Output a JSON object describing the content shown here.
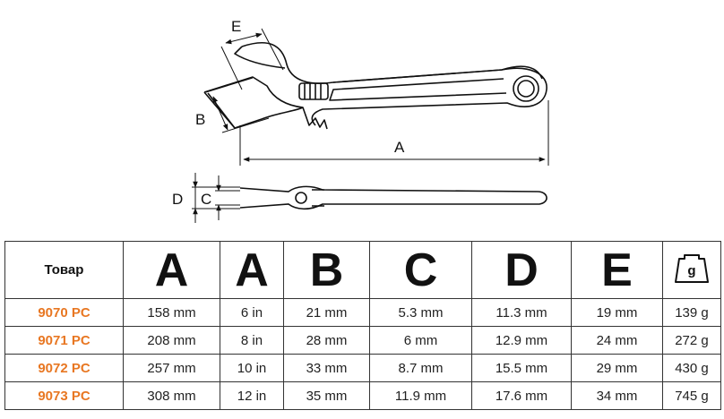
{
  "drawing": {
    "labels": {
      "a": "A",
      "b": "B",
      "c": "C",
      "d": "D",
      "e": "E"
    }
  },
  "table": {
    "headers": {
      "product": "Товар",
      "cols": [
        "A",
        "A",
        "B",
        "C",
        "D",
        "E"
      ],
      "weight_icon": "weight-icon",
      "weight_unit": "g"
    },
    "rows": [
      {
        "code": "9070 PC",
        "cells": [
          "158 mm",
          "6 in",
          "21 mm",
          "5.3 mm",
          "11.3 mm",
          "19 mm",
          "139 g"
        ]
      },
      {
        "code": "9071 PC",
        "cells": [
          "208 mm",
          "8 in",
          "28 mm",
          "6 mm",
          "12.9 mm",
          "24 mm",
          "272 g"
        ]
      },
      {
        "code": "9072 PC",
        "cells": [
          "257 mm",
          "10 in",
          "33 mm",
          "8.7 mm",
          "15.5 mm",
          "29 mm",
          "430 g"
        ]
      },
      {
        "code": "9073 PC",
        "cells": [
          "308 mm",
          "12 in",
          "35 mm",
          "11.9 mm",
          "17.6 mm",
          "34 mm",
          "745 g"
        ]
      }
    ],
    "accent_color": "#e87722"
  }
}
